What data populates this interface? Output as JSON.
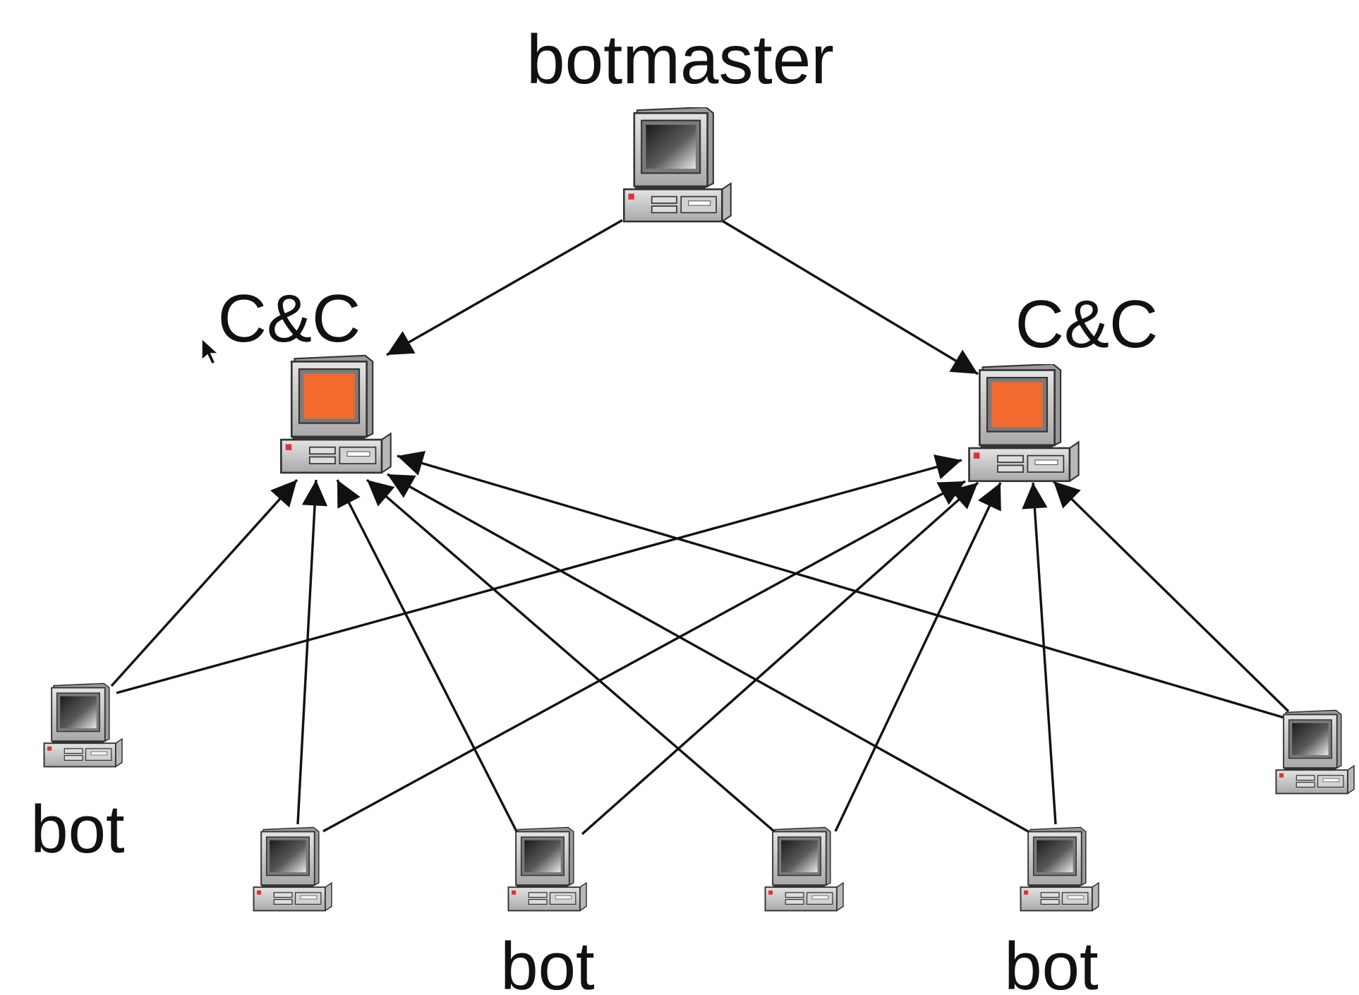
{
  "diagram": {
    "labels": {
      "botmaster": "botmaster",
      "cc_left": "C&C",
      "cc_right": "C&C",
      "bot_a": "bot",
      "bot_c": "bot",
      "bot_e": "bot"
    },
    "nodes": [
      {
        "id": "botmaster",
        "role": "botmaster",
        "screen": "gray",
        "icon": "computer-icon"
      },
      {
        "id": "cc_left",
        "role": "C&C",
        "screen": "orange",
        "icon": "computer-icon"
      },
      {
        "id": "cc_right",
        "role": "C&C",
        "screen": "orange",
        "icon": "computer-icon"
      },
      {
        "id": "bot_a",
        "role": "bot",
        "screen": "gray",
        "icon": "computer-icon"
      },
      {
        "id": "bot_b",
        "role": "bot",
        "screen": "gray",
        "icon": "computer-icon"
      },
      {
        "id": "bot_c",
        "role": "bot",
        "screen": "gray",
        "icon": "computer-icon"
      },
      {
        "id": "bot_d",
        "role": "bot",
        "screen": "gray",
        "icon": "computer-icon"
      },
      {
        "id": "bot_e",
        "role": "bot",
        "screen": "gray",
        "icon": "computer-icon"
      },
      {
        "id": "bot_f",
        "role": "bot",
        "screen": "gray",
        "icon": "computer-icon"
      }
    ],
    "edges": [
      {
        "from": "botmaster",
        "to": "cc_left"
      },
      {
        "from": "botmaster",
        "to": "cc_right"
      },
      {
        "from": "bot_a",
        "to": "cc_left"
      },
      {
        "from": "bot_a",
        "to": "cc_right"
      },
      {
        "from": "bot_b",
        "to": "cc_left"
      },
      {
        "from": "bot_b",
        "to": "cc_right"
      },
      {
        "from": "bot_c",
        "to": "cc_left"
      },
      {
        "from": "bot_c",
        "to": "cc_right"
      },
      {
        "from": "bot_d",
        "to": "cc_left"
      },
      {
        "from": "bot_d",
        "to": "cc_right"
      },
      {
        "from": "bot_e",
        "to": "cc_left"
      },
      {
        "from": "bot_e",
        "to": "cc_right"
      },
      {
        "from": "bot_f",
        "to": "cc_left"
      },
      {
        "from": "bot_f",
        "to": "cc_right"
      }
    ],
    "colors": {
      "cc_screen": "#f26a2e",
      "line": "#111111",
      "case": "#c9c9c9",
      "led": "#e0303a"
    },
    "cursor_icon": "mouse-pointer-icon"
  }
}
